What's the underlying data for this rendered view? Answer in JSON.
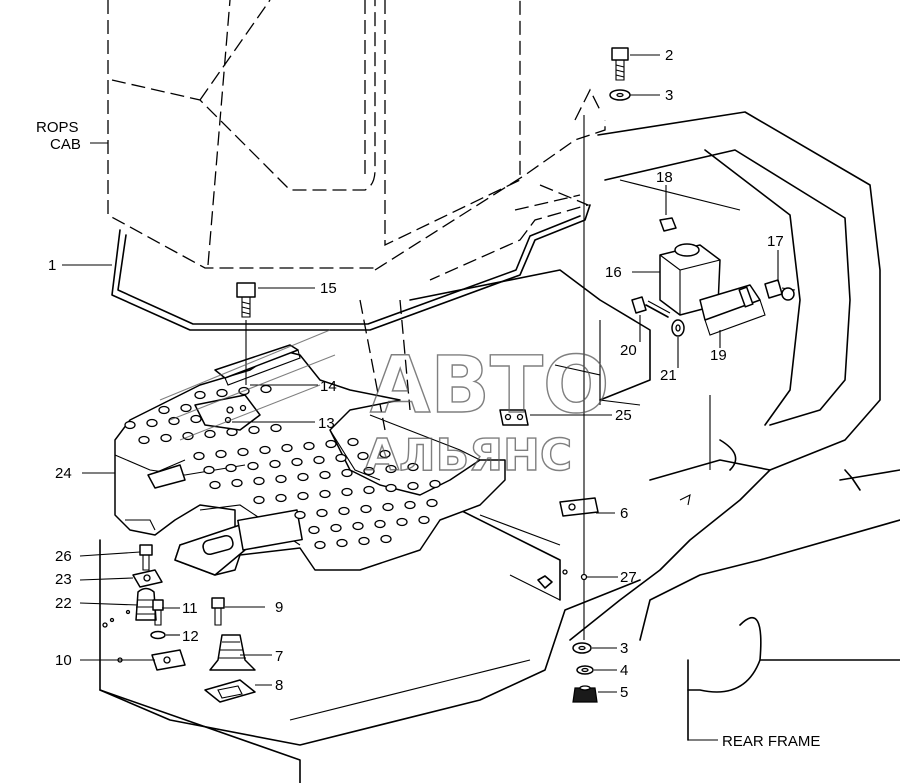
{
  "labels": {
    "rops_line1": "ROPS",
    "rops_line2": "CAB",
    "rear_frame": "REAR FRAME"
  },
  "callouts": {
    "c1": "1",
    "c2": "2",
    "c3a": "3",
    "c3b": "3",
    "c4": "4",
    "c5": "5",
    "c6": "6",
    "c7": "7",
    "c8": "8",
    "c9": "9",
    "c10": "10",
    "c11": "11",
    "c12": "12",
    "c13": "13",
    "c14": "14",
    "c15": "15",
    "c16": "16",
    "c17": "17",
    "c18": "18",
    "c19": "19",
    "c20": "20",
    "c21": "21",
    "c22": "22",
    "c23": "23",
    "c24": "24",
    "c25": "25",
    "c26": "26",
    "c27": "27"
  },
  "watermark": {
    "line1": "АВТО",
    "line2": "АЛЬЯНС"
  }
}
